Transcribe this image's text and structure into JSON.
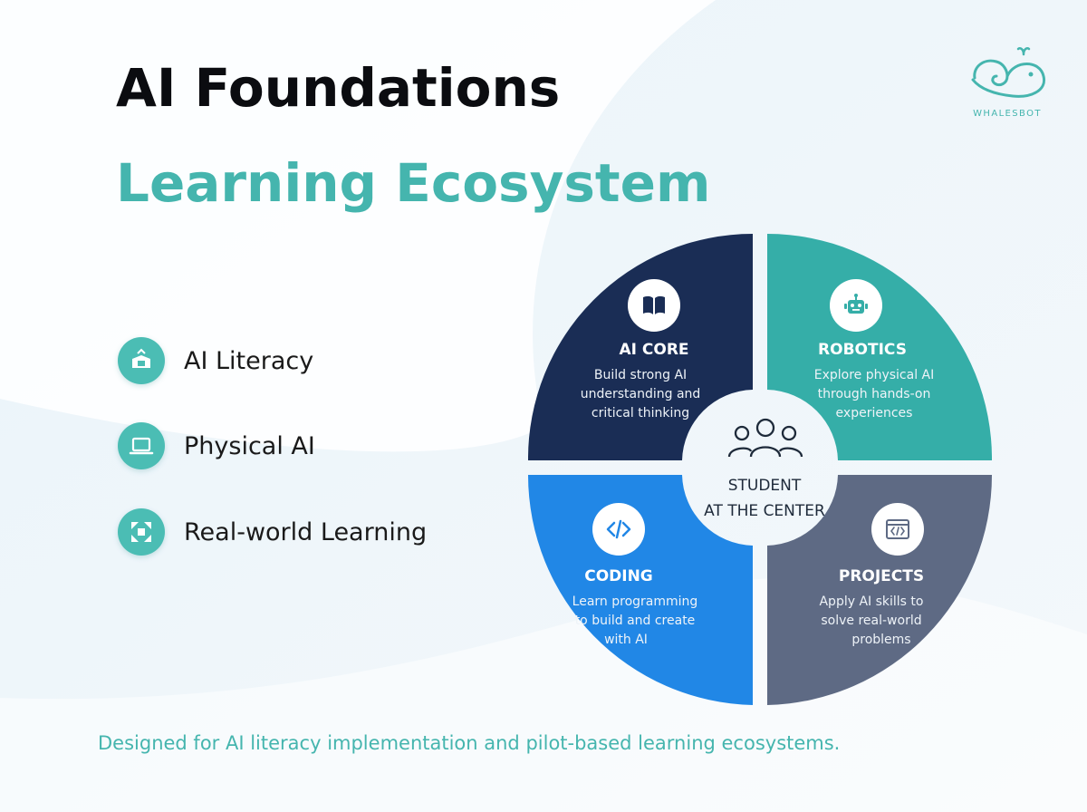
{
  "title": {
    "line1": "AI Foundations",
    "line2": "Learning Ecosystem"
  },
  "logo": {
    "text": "WHALESBOT",
    "icon": "whale-icon"
  },
  "features": [
    {
      "label": "AI Literacy",
      "icon": "literacy-icon"
    },
    {
      "label": "Physical AI",
      "icon": "laptop-icon"
    },
    {
      "label": "Real-world Learning",
      "icon": "expand-icon"
    }
  ],
  "ecosystem": {
    "center": {
      "line1": "STUDENT",
      "line2": "AT THE CENTER",
      "icon": "students-icon"
    },
    "quadrants": [
      {
        "title": "AI CORE",
        "lines": [
          "Build strong AI",
          "understanding and",
          "critical thinking"
        ],
        "icon": "book-icon",
        "color": "#1a2d55"
      },
      {
        "title": "ROBOTICS",
        "lines": [
          "Explore physical AI",
          "through hands-on",
          "experiences"
        ],
        "icon": "robot-icon",
        "color": "#35aea8"
      },
      {
        "title": "CODING",
        "lines": [
          "Learn programming",
          "to build and create",
          "with AI"
        ],
        "icon": "code-icon",
        "color": "#2187e6"
      },
      {
        "title": "PROJECTS",
        "lines": [
          "Apply AI skills to",
          "solve real-world",
          "problems"
        ],
        "icon": "code-window-icon",
        "color": "#5e6a84"
      }
    ]
  },
  "footer": "Designed for AI literacy implementation and pilot-based learning ecosystems.",
  "colors": {
    "accent": "#45b5ae",
    "title": "#0b0c10",
    "background": "#f1f6fa"
  }
}
